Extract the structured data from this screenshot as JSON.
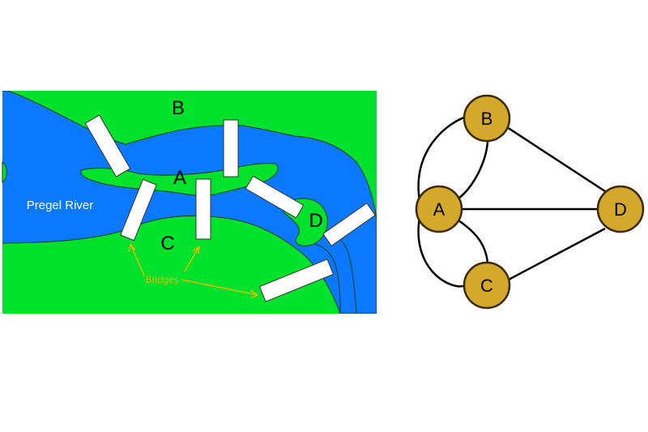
{
  "map": {
    "land_labels": {
      "a": "A",
      "b": "B",
      "c": "C",
      "d": "D"
    },
    "river_label": "Pregel River",
    "bridges_label": "Bridges",
    "colors": {
      "land": "#00e22b",
      "water": "#0a78ff",
      "bridge": "#ffffff",
      "annotation": "#e8b800"
    }
  },
  "graph": {
    "nodes": [
      {
        "id": "A",
        "label": "A"
      },
      {
        "id": "B",
        "label": "B"
      },
      {
        "id": "C",
        "label": "C"
      },
      {
        "id": "D",
        "label": "D"
      }
    ],
    "edges": [
      {
        "from": "A",
        "to": "B",
        "count": 2
      },
      {
        "from": "A",
        "to": "C",
        "count": 2
      },
      {
        "from": "A",
        "to": "D",
        "count": 1
      },
      {
        "from": "B",
        "to": "D",
        "count": 1
      },
      {
        "from": "C",
        "to": "D",
        "count": 1
      }
    ],
    "colors": {
      "node_fill": "#d4a82a",
      "node_stroke": "#3a2a00",
      "edge": "#000000"
    }
  }
}
